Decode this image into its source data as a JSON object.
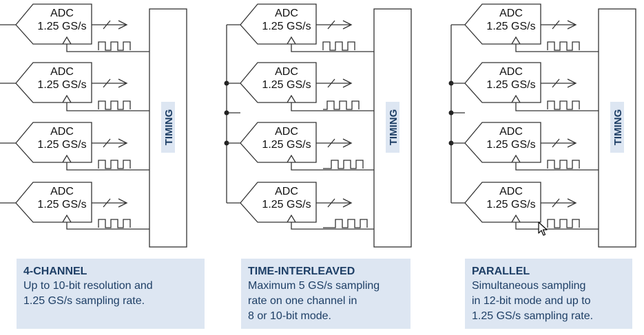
{
  "adc": {
    "line1": "ADC",
    "line2": "1.25 GS/s"
  },
  "timing_label": "TIMING",
  "panels": [
    {
      "id": "four-channel",
      "title": "4-CHANNEL",
      "lines": [
        "Up to 10-bit resolution and",
        "1.25 GS/s sampling rate."
      ],
      "input_mode": "independent",
      "clock_phase": "same"
    },
    {
      "id": "time-interleaved",
      "title": "TIME-INTERLEAVED",
      "lines": [
        "Maximum 5 GS/s sampling",
        "rate on one channel in",
        "8 or 10-bit mode."
      ],
      "input_mode": "shared",
      "clock_phase": "staggered"
    },
    {
      "id": "parallel",
      "title": "PARALLEL",
      "lines": [
        "Simultaneous sampling",
        "in 12-bit mode and up to",
        "1.25 GS/s sampling rate."
      ],
      "input_mode": "shared",
      "clock_phase": "same"
    }
  ],
  "colors": {
    "card_bg": "#dde6f2",
    "text_accent": "#1e3f66",
    "line": "#333333"
  }
}
